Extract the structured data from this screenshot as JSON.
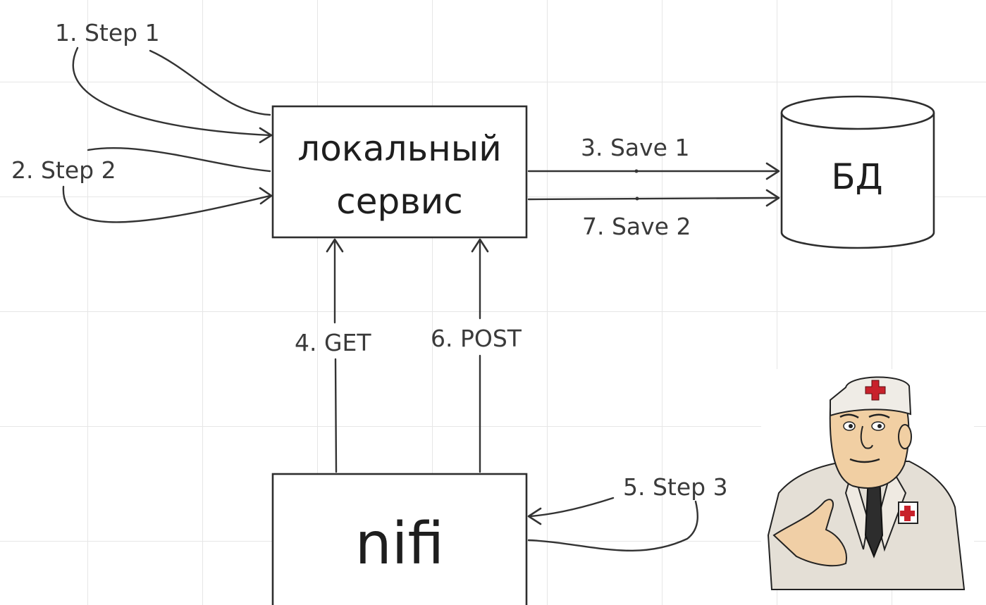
{
  "nodes": {
    "local_service": {
      "line1": "локальный",
      "line2": "сервис"
    },
    "database": {
      "label": "БД"
    },
    "nifi": {
      "label": "nifi"
    }
  },
  "edges": {
    "step1": "1. Step 1",
    "step2": "2. Step 2",
    "save1": "3. Save 1",
    "get": "4. GET",
    "step3": "5. Step 3",
    "post": "6. POST",
    "save2": "7. Save 2"
  },
  "colors": {
    "background": "#ffffff",
    "grid": "#e6e6e6",
    "stroke": "#333333",
    "text": "#1e1e1e"
  },
  "image": {
    "name": "doctor-handshake-meme"
  }
}
